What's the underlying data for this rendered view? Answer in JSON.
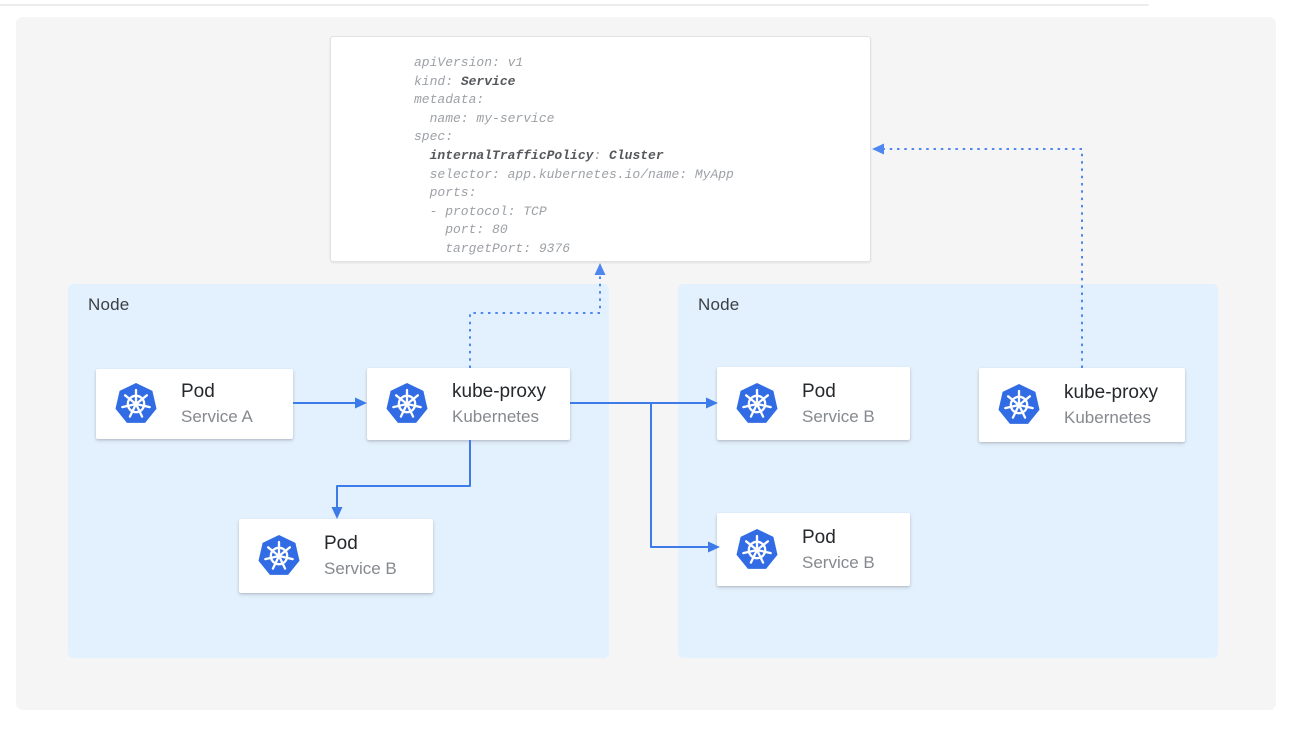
{
  "yaml_panel": {
    "lines": [
      [
        {
          "text": "apiVersion: v1",
          "bold": false
        }
      ],
      [
        {
          "text": "kind: ",
          "bold": false
        },
        {
          "text": "Service",
          "bold": true
        }
      ],
      [
        {
          "text": "metadata:",
          "bold": false
        }
      ],
      [
        {
          "text": "  name: my-service",
          "bold": false
        }
      ],
      [
        {
          "text": "spec:",
          "bold": false
        }
      ],
      [
        {
          "text": "  ",
          "bold": false
        },
        {
          "text": "internalTrafficPolicy",
          "bold": true
        },
        {
          "text": ": ",
          "bold": false
        },
        {
          "text": "Cluster",
          "bold": true
        }
      ],
      [
        {
          "text": "  selector: app.kubernetes.io/name: MyApp",
          "bold": false
        }
      ],
      [
        {
          "text": "  ports:",
          "bold": false
        }
      ],
      [
        {
          "text": "  - protocol: TCP",
          "bold": false
        }
      ],
      [
        {
          "text": "    port: 80",
          "bold": false
        }
      ],
      [
        {
          "text": "    targetPort: 9376",
          "bold": false
        }
      ]
    ]
  },
  "nodes": {
    "left": {
      "label": "Node"
    },
    "right": {
      "label": "Node"
    }
  },
  "cards": {
    "pod_service_a": {
      "title": "Pod",
      "subtitle": "Service A"
    },
    "kube_proxy_left": {
      "title": "kube-proxy",
      "subtitle": "Kubernetes"
    },
    "pod_service_b_left": {
      "title": "Pod",
      "subtitle": "Service B"
    },
    "pod_service_b_right_1": {
      "title": "Pod",
      "subtitle": "Service B"
    },
    "pod_service_b_right_2": {
      "title": "Pod",
      "subtitle": "Service B"
    },
    "kube_proxy_right": {
      "title": "kube-proxy",
      "subtitle": "Kubernetes"
    }
  },
  "icons": {
    "card_icon": "kubernetes-wheel-icon"
  },
  "colors": {
    "arrow_blue": "#3d7be9",
    "dotted_arrow_blue": "#4f86f0",
    "node_background": "#e3f0fd",
    "panel_background": "#f5f5f6",
    "kubernetes_logo_blue": "#326ce5",
    "card_title": "#25282c",
    "card_subtitle": "#85898e",
    "yaml_text": "#9da1a6",
    "yaml_bold_text": "#55585c"
  }
}
